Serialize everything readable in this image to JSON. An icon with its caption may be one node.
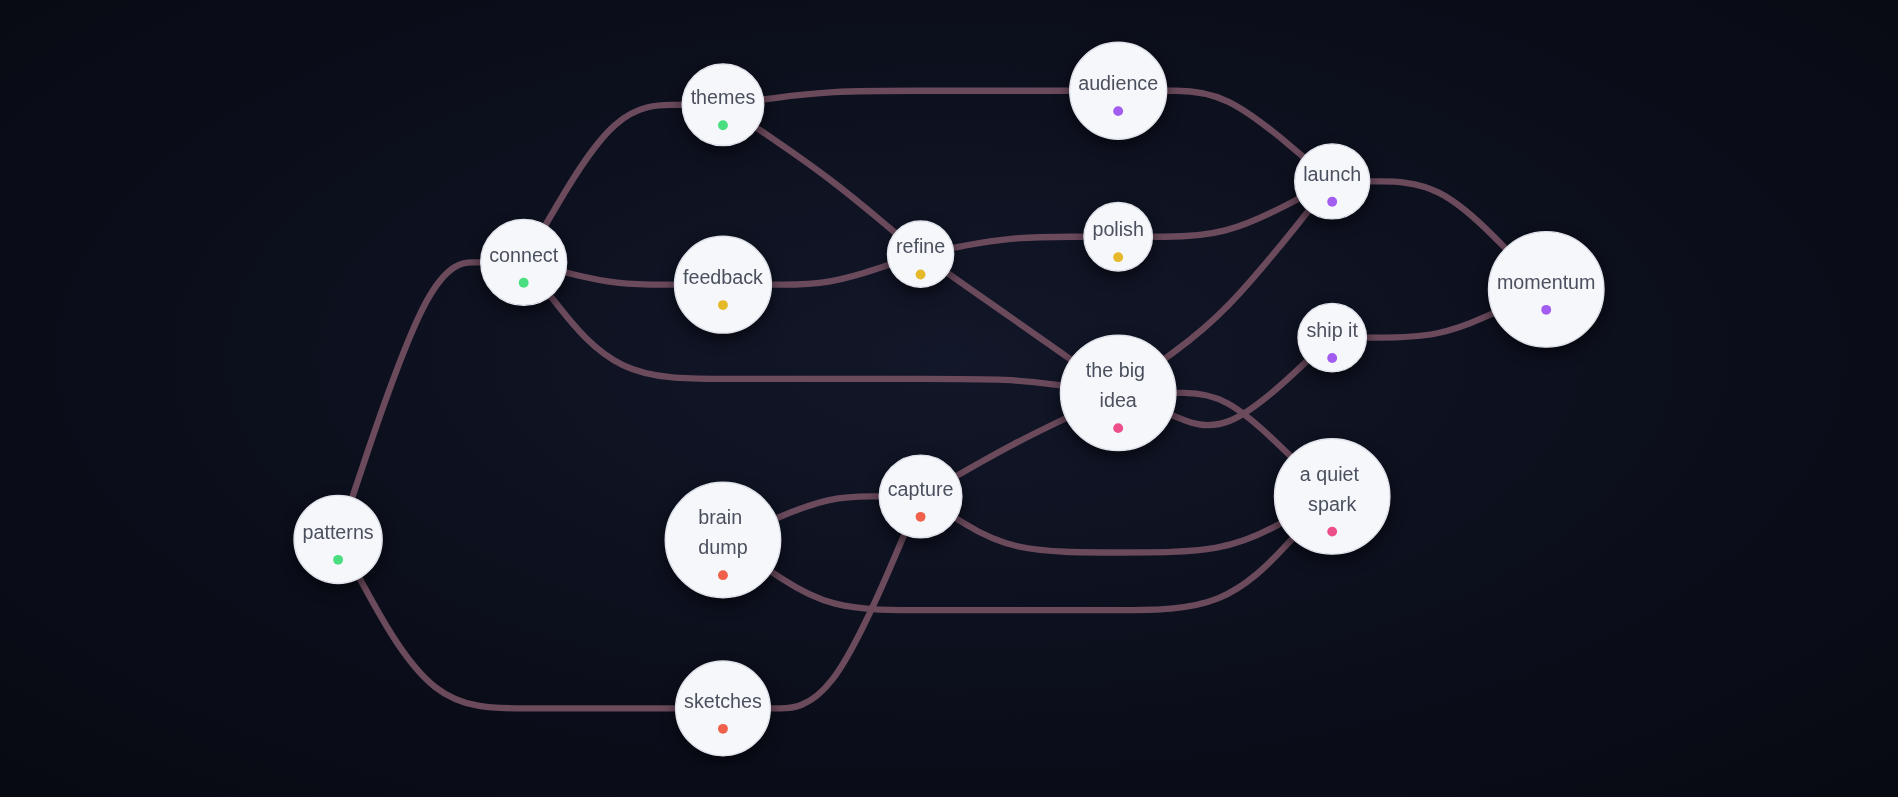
{
  "diagram": {
    "nodes": [
      {
        "text": [
          "themes"
        ]
      },
      {
        "text": [
          "connect"
        ]
      },
      {
        "text": [
          "patterns"
        ]
      },
      {
        "text": [
          "audience"
        ]
      },
      {
        "text": [
          "refine"
        ]
      },
      {
        "text": [
          "polish"
        ]
      },
      {
        "text": [
          "feedback"
        ]
      },
      {
        "text": [
          "launch"
        ]
      },
      {
        "text": [
          "sketches"
        ]
      },
      {
        "text": [
          "the big idea"
        ]
      },
      {
        "text": [
          "brain dump"
        ]
      },
      {
        "text": [
          "capture"
        ]
      },
      {
        "text": [
          "momentum"
        ]
      },
      {
        "text": [
          "ship it"
        ]
      },
      {
        "text": [
          "a quiet spark"
        ]
      }
    ],
    "edges": [
      {
        "from": 2,
        "to": 1,
        "arrow": "none"
      },
      {
        "from": 1,
        "to": 0,
        "arrow": "none"
      },
      {
        "from": 0,
        "to": 3,
        "arrow": "none"
      },
      {
        "from": 0,
        "to": 4,
        "arrow": "none"
      },
      {
        "from": 1,
        "to": 6,
        "arrow": "none"
      },
      {
        "from": 1,
        "to": 9,
        "arrow": "none"
      },
      {
        "from": 6,
        "to": 4,
        "arrow": "none"
      },
      {
        "from": 4,
        "to": 5,
        "arrow": "none"
      },
      {
        "from": 4,
        "to": 9,
        "arrow": "none"
      },
      {
        "from": 3,
        "to": 7,
        "arrow": "none"
      },
      {
        "from": 5,
        "to": 7,
        "arrow": "none"
      },
      {
        "from": 2,
        "to": 8,
        "arrow": "none"
      },
      {
        "from": 9,
        "to": 7,
        "arrow": "none"
      },
      {
        "from": 8,
        "to": 11,
        "arrow": "none"
      },
      {
        "from": 10,
        "to": 11,
        "arrow": "none"
      },
      {
        "from": 11,
        "to": 9,
        "arrow": "none"
      },
      {
        "from": 11,
        "to": 14,
        "arrow": "none"
      },
      {
        "from": 10,
        "to": 14,
        "arrow": "none"
      },
      {
        "from": 9,
        "to": 14,
        "arrow": "none"
      },
      {
        "from": 9,
        "to": 13,
        "arrow": "none"
      },
      {
        "from": 7,
        "to": 12,
        "arrow": "none"
      },
      {
        "from": 13,
        "to": 12,
        "arrow": "none"
      }
    ]
  }
}
